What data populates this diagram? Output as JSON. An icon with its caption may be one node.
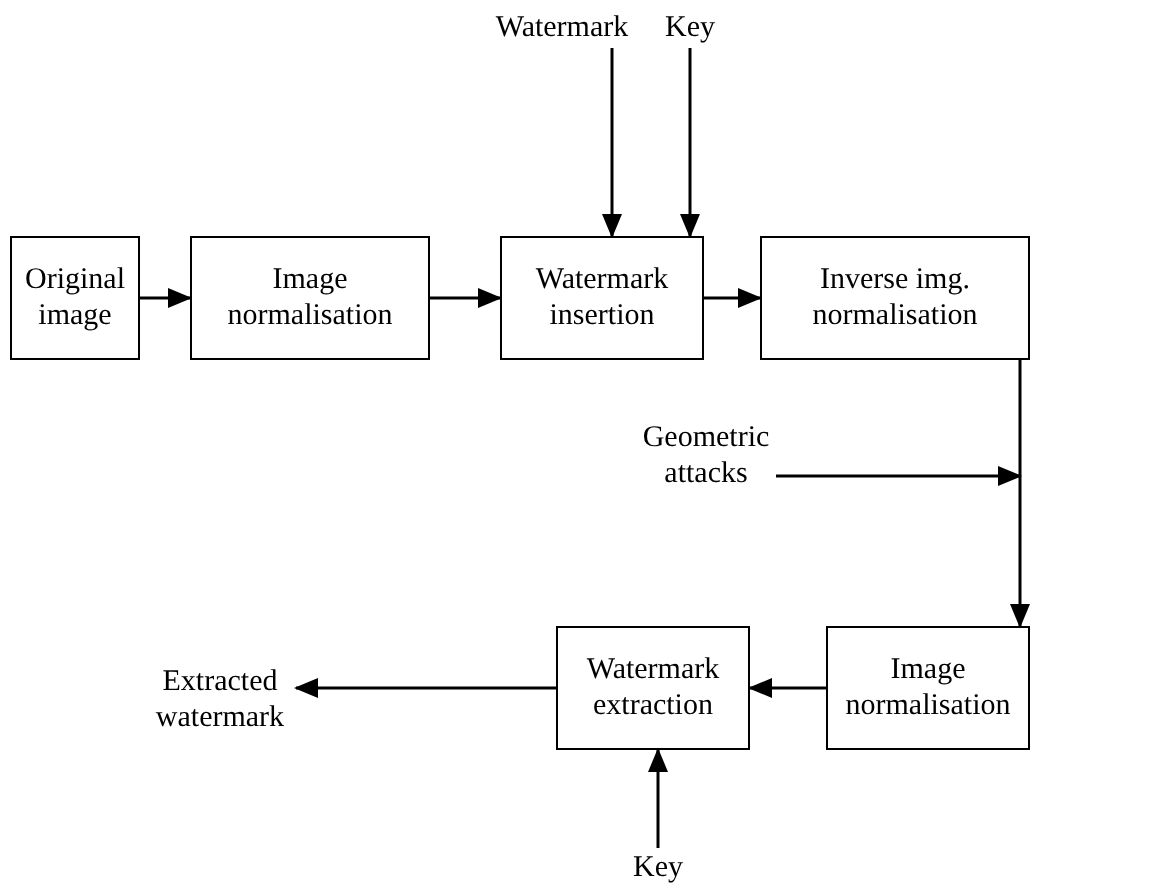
{
  "diagram": {
    "nodes": [
      {
        "text": [
          "Original image"
        ]
      },
      {
        "text": [
          "Image normalisation"
        ]
      },
      {
        "text": [
          "Watermark insertion"
        ]
      },
      {
        "text": [
          "Inverse img. normalisation"
        ]
      },
      {
        "text": [
          "Watermark"
        ]
      },
      {
        "text": [
          "Key"
        ]
      },
      {
        "text": [
          "Geometric attacks"
        ]
      },
      {
        "text": [
          "Image normalisation"
        ]
      },
      {
        "text": [
          "Watermark extraction"
        ]
      },
      {
        "text": [
          "Extracted watermark"
        ]
      },
      {
        "text": [
          "Key"
        ]
      }
    ],
    "edges": [
      {
        "from": 0,
        "to": 1,
        "arrow": "to"
      },
      {
        "from": 1,
        "to": 2,
        "arrow": "to"
      },
      {
        "from": 2,
        "to": 3,
        "arrow": "to"
      },
      {
        "from": 4,
        "to": 2,
        "arrow": "to"
      },
      {
        "from": 5,
        "to": 2,
        "arrow": "to"
      },
      {
        "from": 3,
        "to": 7,
        "arrow": "to"
      },
      {
        "from": 6,
        "to": null,
        "arrow": "to"
      },
      {
        "from": 7,
        "to": 8,
        "arrow": "to"
      },
      {
        "from": 8,
        "to": 9,
        "arrow": "to"
      },
      {
        "from": 10,
        "to": 8,
        "arrow": "to"
      }
    ]
  }
}
